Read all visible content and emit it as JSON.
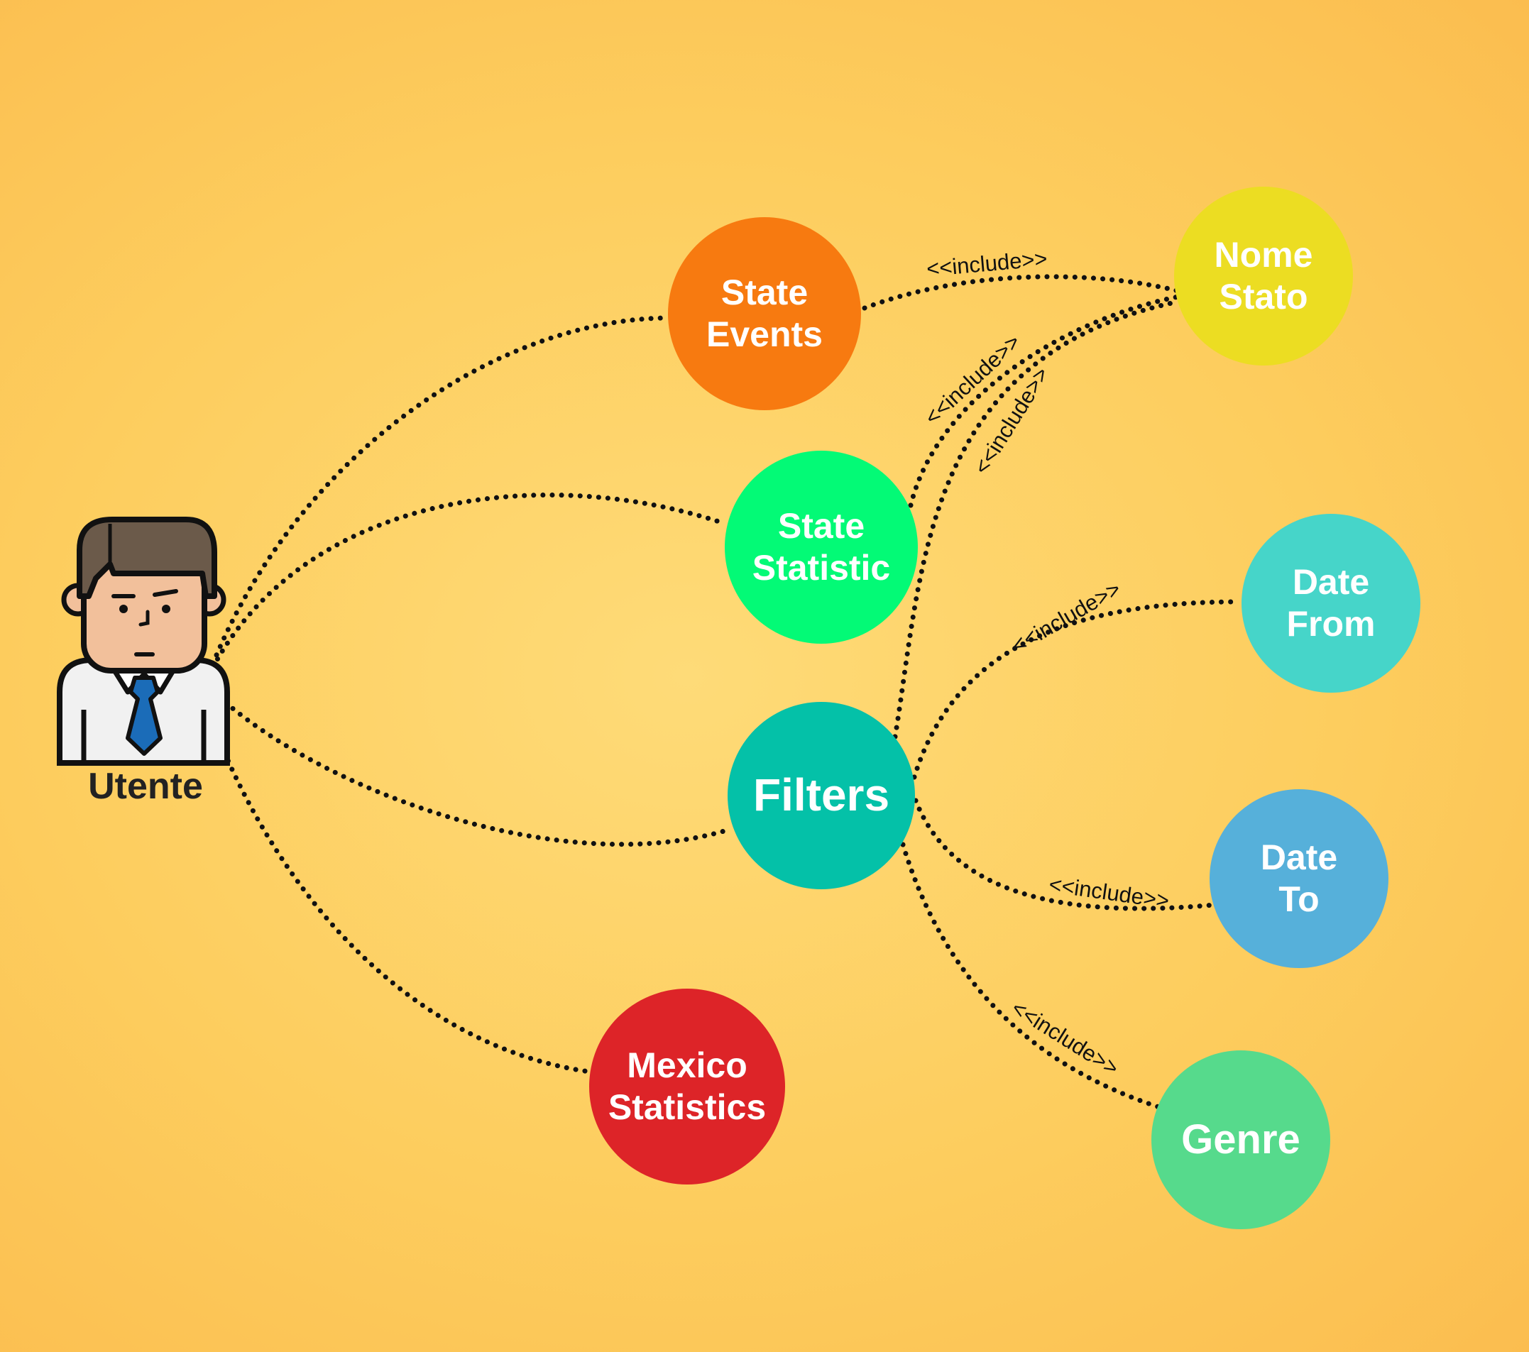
{
  "actor": {
    "label": "Utente"
  },
  "nodes": [
    {
      "id": "state-events",
      "lines": [
        "State",
        "Events"
      ],
      "color": "#f77a10"
    },
    {
      "id": "state-statistic",
      "lines": [
        "State",
        "Statistic"
      ],
      "color": "#03fa76"
    },
    {
      "id": "filters",
      "lines": [
        "Filters"
      ],
      "color": "#04c1a8"
    },
    {
      "id": "mexico-statistics",
      "lines": [
        "Mexico",
        "Statistics"
      ],
      "color": "#dd2428"
    },
    {
      "id": "nome-stato",
      "lines": [
        "Nome",
        "Stato"
      ],
      "color": "#ecdd22"
    },
    {
      "id": "date-from",
      "lines": [
        "Date",
        "From"
      ],
      "color": "#46d5c9"
    },
    {
      "id": "date-to",
      "lines": [
        "Date",
        "To"
      ],
      "color": "#56b0da"
    },
    {
      "id": "genre",
      "lines": [
        "Genre"
      ],
      "color": "#56da8c"
    }
  ],
  "relations": [
    {
      "from": "actor",
      "to": "state-events"
    },
    {
      "from": "actor",
      "to": "state-statistic"
    },
    {
      "from": "actor",
      "to": "filters"
    },
    {
      "from": "actor",
      "to": "mexico-statistics"
    },
    {
      "from": "state-events",
      "to": "nome-stato",
      "label": "<<include>>"
    },
    {
      "from": "state-statistic",
      "to": "nome-stato",
      "label": "<<include>>"
    },
    {
      "from": "filters",
      "to": "nome-stato",
      "label": "<<include>>"
    },
    {
      "from": "filters",
      "to": "date-from",
      "label": "<<include>>"
    },
    {
      "from": "filters",
      "to": "date-to",
      "label": "<<include>>"
    },
    {
      "from": "filters",
      "to": "genre",
      "label": "<<include>>"
    }
  ]
}
